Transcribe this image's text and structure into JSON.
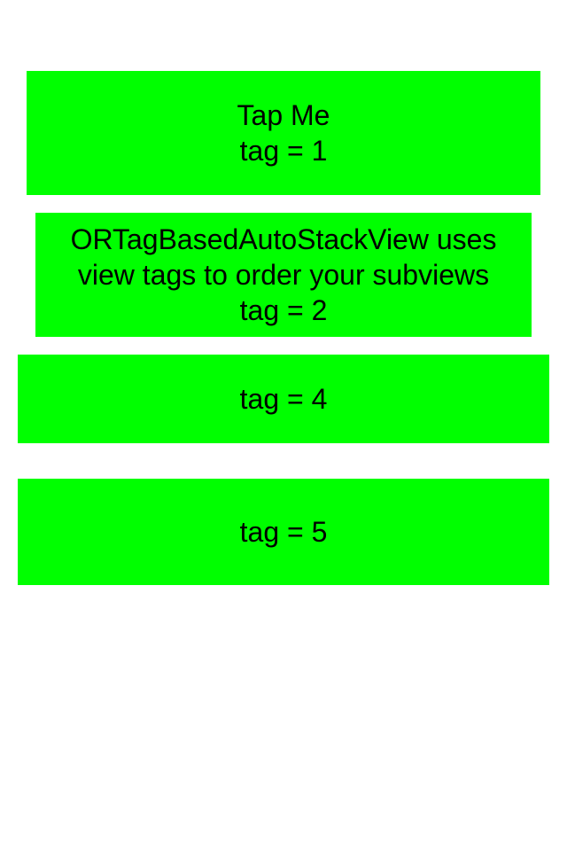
{
  "colors": {
    "background": "#ffffff",
    "view_fill": "#00ff00",
    "text": "#000000"
  },
  "views": [
    {
      "tag": 1,
      "lines": [
        "Tap Me",
        "tag = 1"
      ]
    },
    {
      "tag": 2,
      "lines": [
        "ORTagBasedAutoStackView uses",
        "view tags to order your subviews",
        "tag = 2"
      ]
    },
    {
      "tag": 4,
      "lines": [
        "tag = 4"
      ]
    },
    {
      "tag": 5,
      "lines": [
        "tag = 5"
      ]
    }
  ]
}
